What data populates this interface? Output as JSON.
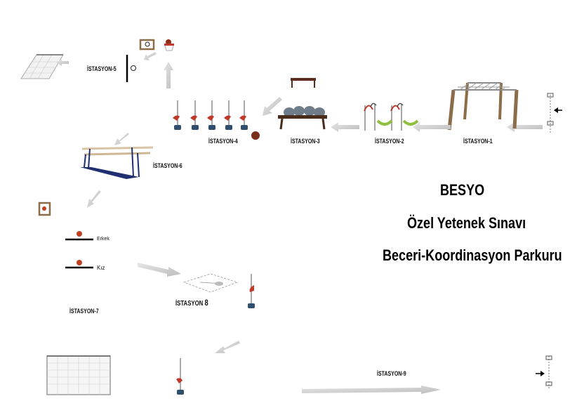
{
  "stations": {
    "s1": "İSTASYON-1",
    "s2": "İSTASYON-2",
    "s3": "İSTASYON-3",
    "s4": "İSTASYON-4",
    "s5": "İSTASYON-5",
    "s6": "İSTASYON-6",
    "s7": "İSTASYON-7",
    "s8": "İSTASYON",
    "s8_num": "8",
    "s9": "İSTASYON-9"
  },
  "title": {
    "line1": "BESYO",
    "line2": "Özel Yetenek Sınavı",
    "line3": "Beceri-Koordinasyon Parkuru"
  },
  "station7_lines": {
    "male": "Erkek",
    "female": "Kız"
  },
  "colors": {
    "pole_red": "#c0392b",
    "pole_base": "#2f4f6f",
    "wood": "#8b6d4a",
    "arrow_gray": "#cfcfcf",
    "ball": "#c0401f",
    "hurdle_green": "#8fbf3f",
    "bar_blue": "#1f2f6f"
  }
}
